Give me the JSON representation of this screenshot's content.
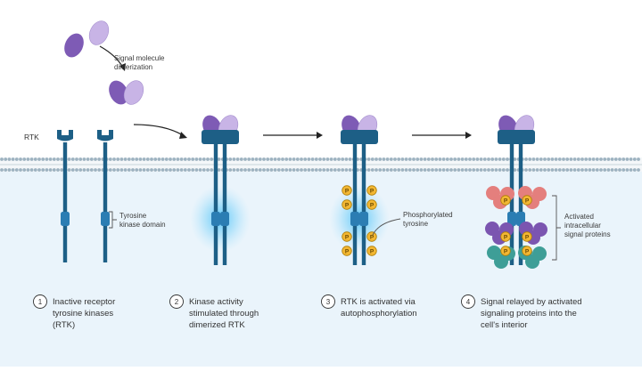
{
  "labels": {
    "rtk": "RTK",
    "dimerization": [
      "Signal molecule",
      "dimerization"
    ],
    "kinase_domain": [
      "Tyrosine",
      "kinase domain"
    ],
    "phosphorylated": [
      "Phosphorylated",
      "tyrosine"
    ],
    "activated": [
      "Activated",
      "intracellular",
      "signal proteins"
    ],
    "phospho_letter": "P"
  },
  "steps": [
    {
      "number": "1",
      "lines": [
        "Inactive receptor",
        "tyrosine kinases",
        "(RTK)"
      ]
    },
    {
      "number": "2",
      "lines": [
        "Kinase activity",
        "stimulated through",
        "dimerized RTK"
      ]
    },
    {
      "number": "3",
      "lines": [
        "RTK is activated via",
        "autophosphorylation"
      ]
    },
    {
      "number": "4",
      "lines": [
        "Signal relayed by activated",
        "signaling proteins into the",
        "cell's interior"
      ]
    }
  ],
  "colors": {
    "receptor": "#1d5f86",
    "kinase": "#2b7db3",
    "ligand_dark": "#7e5bb5",
    "ligand_light": "#c8b4e6",
    "membrane_head": "#9db2c0",
    "cytoplasm": "#eaf4fb",
    "phosphate": "#f2b733",
    "relay_red": "#e47f7d",
    "relay_purple": "#7b55b0",
    "relay_teal": "#3e9e97"
  }
}
